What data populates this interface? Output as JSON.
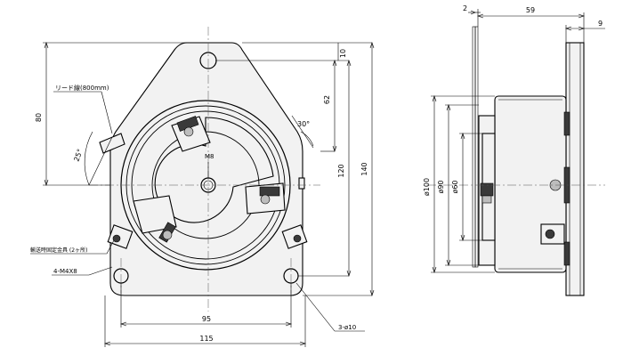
{
  "front_view": {
    "lead_wire_label": "リード線(800mm)",
    "fix_hole_label": "輸送時固定金具 (2ヶ所)",
    "tap_label": "4-M4X8",
    "hole_label": "3-ø10",
    "center_label": "M8",
    "dims": {
      "d80": "80",
      "d62": "62",
      "d10": "10",
      "d120": "120",
      "d140": "140",
      "d95": "95",
      "d115": "115",
      "a25": "25°",
      "a30": "30°"
    }
  },
  "side_view": {
    "dims": {
      "d2": "2",
      "d59": "59",
      "d9": "9",
      "dia100": "ø100",
      "dia90": "ø90",
      "dia60": "ø60"
    }
  }
}
